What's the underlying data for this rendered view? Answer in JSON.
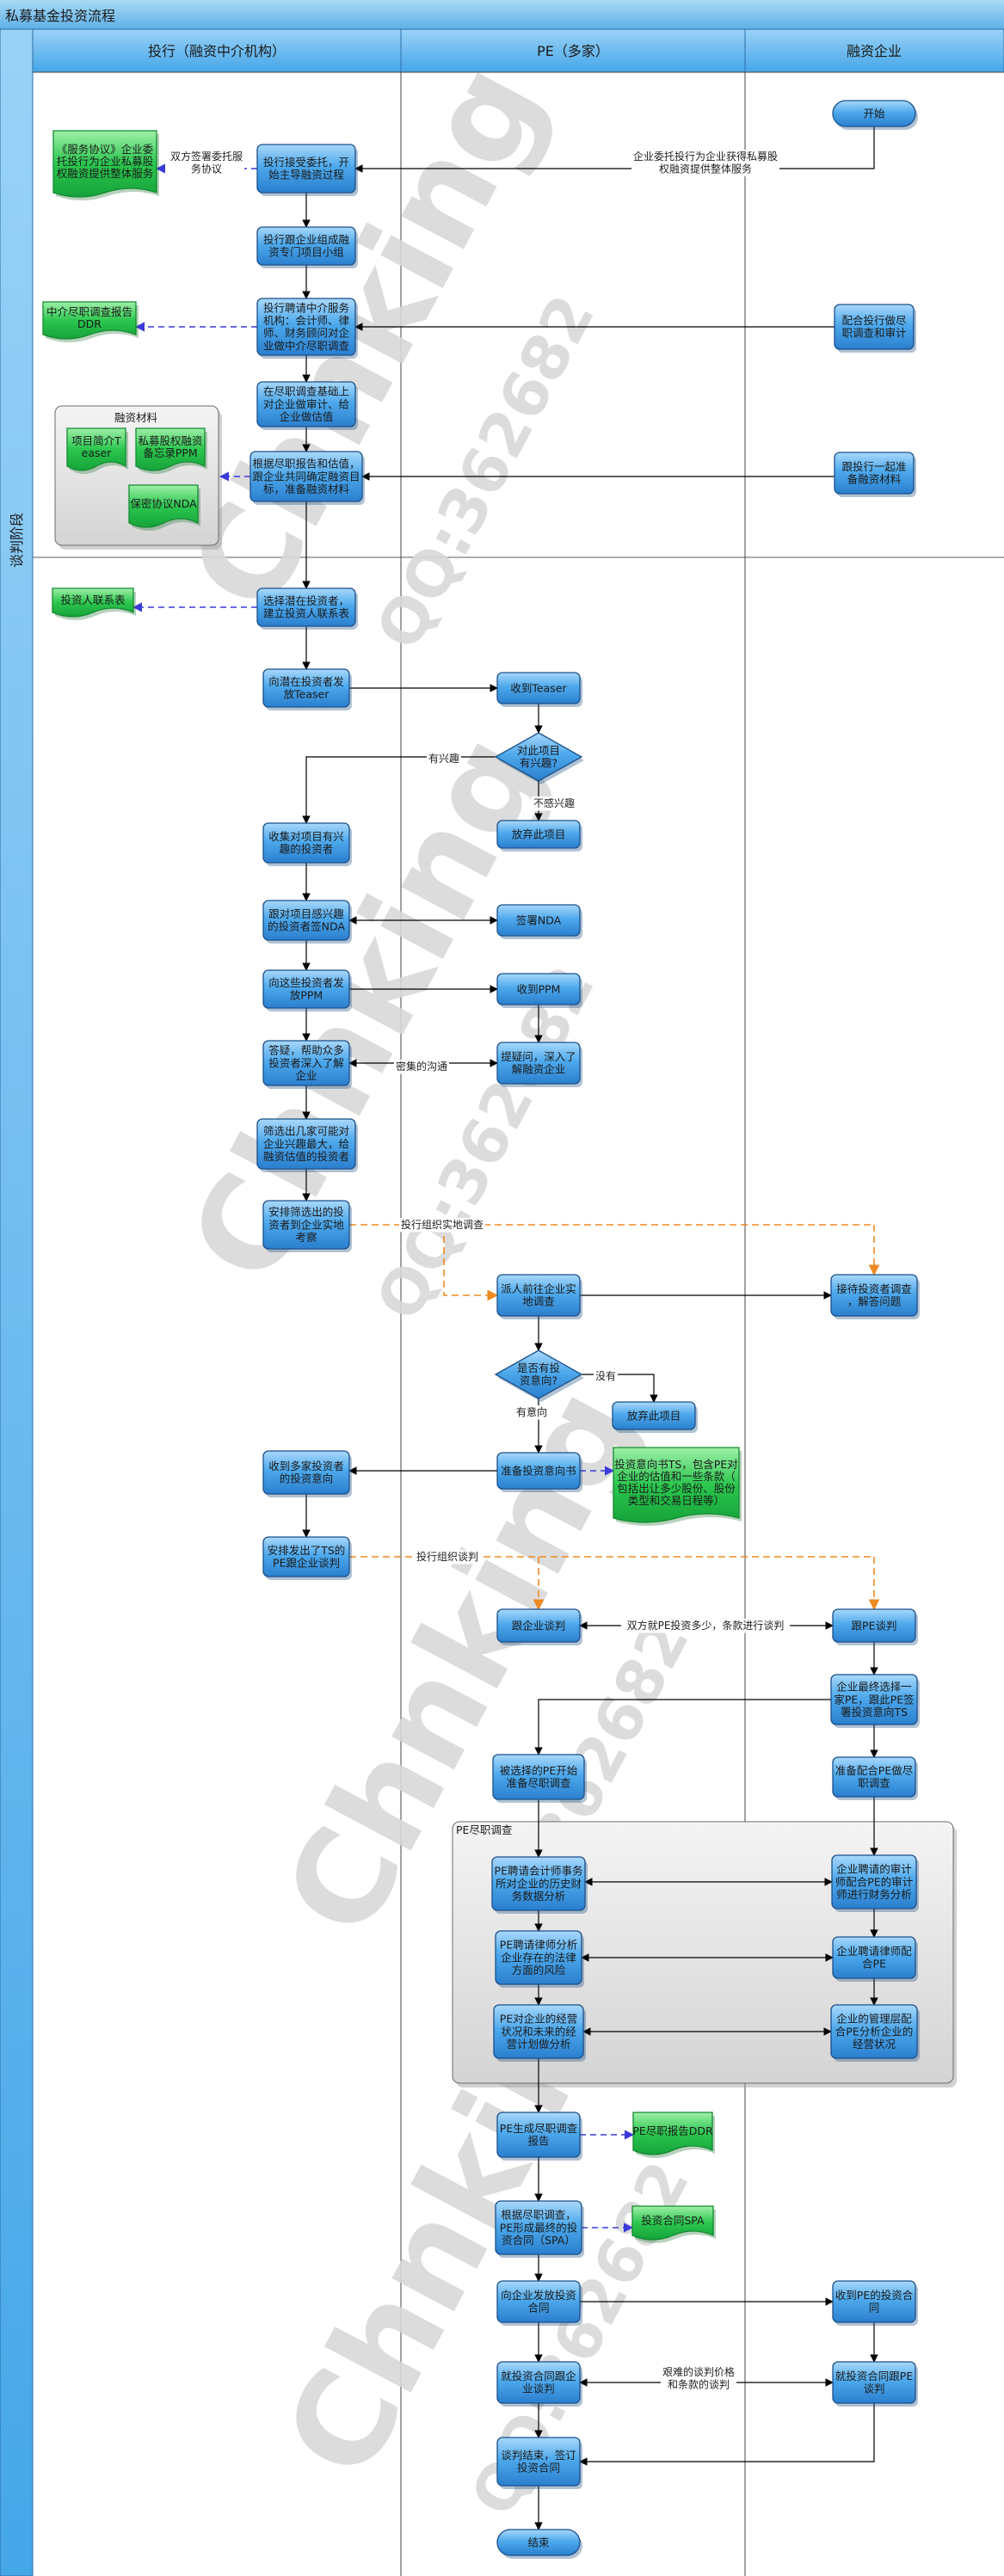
{
  "title": "私募基金投资流程",
  "phase_label": "谈判阶段",
  "lanes": [
    "投行（融资中介机构）",
    "PE（多家）",
    "融资企业"
  ],
  "watermark": {
    "brand": "Chnking",
    "qq": "QQ:362682"
  },
  "nodes": {
    "start": "开始",
    "ib_accept": "投行接受委托，开始主导融资过程",
    "doc_service_agreement": "《服务协议》企业委托投行为企业私募股权融资提供整体服务",
    "ib_form_team": "投行跟企业组成融资专门项目小组",
    "ib_hire": "投行聘请中介服务机构：会计师、律师、财务顾问对企业做中介尽职调查",
    "doc_ddr": "中介尽职调查报告DDR",
    "co_cooperate_dd": "配合投行做尽职调查和审计",
    "ib_review": "在尽职调查基础上对企业做审计、给企业做估值",
    "ib_prepare": "根据尽职报告和估值，跟企业共同确定融资目标，准备融资材料",
    "group_materials": "融资材料",
    "doc_teaser": "项目简介Teaser",
    "doc_ppm": "私募股权融资备忘录PPM",
    "doc_nda": "保密协议NDA",
    "co_prepare_materials": "跟投行一起准备融资材料",
    "ib_select": "选择潜在投资者，建立投资人联系表",
    "doc_investor_list": "投资人联系表",
    "ib_send_teaser": "向潜在投资者发放Teaser",
    "pe_receive_teaser": "收到Teaser",
    "pe_interested": "对此项目有兴趣?",
    "pe_abandon_1": "放弃此项目",
    "ib_collect": "收集对项目有兴趣的投资者",
    "ib_sign_nda": "跟对项目感兴趣的投资者签NDA",
    "pe_sign_nda": "签署NDA",
    "ib_send_ppm": "向这些投资者发放PPM",
    "pe_receive_ppm": "收到PPM",
    "ib_answer": "答疑，帮助众多投资者深入了解企业",
    "pe_question": "提疑问，深入了解融资企业",
    "ib_screen": "筛选出几家可能对企业兴趣最大，给融资估值的投资者",
    "ib_arrange_visit": "安排筛选出的投资者到企业实地考察",
    "pe_visit": "派人前往企业实地调查",
    "co_receive": "接待投资者调查，解答问题",
    "pe_intent": "是否有投资意向?",
    "pe_abandon_2": "放弃此项目",
    "pe_prepare_ts": "准备投资意向书",
    "doc_ts": "投资意向书TS，包含PE对企业的估值和一些条款（包括出让多少股份、股份类型和交易日程等）",
    "ib_receive_ts": "收到多家投资者的投资意向",
    "ib_arrange_ts": "安排发出了TS的PE跟企业谈判",
    "pe_negotiate": "跟企业谈判",
    "co_negotiate": "跟PE谈判",
    "co_select_pe": "企业最终选择一家PE，跟此PE签署投资意向TS",
    "pe_prepare_dd": "被选择的PE开始准备尽职调查",
    "co_cooperate_pe_dd": "准备配合PE做尽职调查",
    "group_pe_dd": "PE尽职调查",
    "pe_hire_accountant": "PE聘请会计师事务所对企业的历史财务数据分析",
    "co_accountant": "企业聘请的审计师配合PE的审计师进行财务分析",
    "pe_hire_lawyer": "PE聘请律师分析企业存在的法律方面的风险",
    "co_lawyer": "企业聘请律师配合PE",
    "pe_analyze_ops": "PE对企业的经营状况和未来的经营计划做分析",
    "co_management": "企业的管理层配合PE分析企业的经营状况",
    "pe_ddr": "PE生成尽职调查报告",
    "doc_pe_ddr": "PE尽职报告DDR",
    "pe_spa": "根据尽职调查，PE形成最终的投资合同（SPA）",
    "doc_spa": "投资合同SPA",
    "pe_send_spa": "向企业发放投资合同",
    "co_receive_spa": "收到PE的投资合同",
    "pe_negotiate_spa": "就投资合同跟企业谈判",
    "co_negotiate_spa": "就投资合同跟PE谈判",
    "pe_sign": "谈判结束，签订投资合同",
    "end": "结束"
  },
  "edges": {
    "start_to_ib": "企业委托投行为企业获得私募股权融资提供整体服务",
    "ib_to_doc": "双方签署委托服务协议",
    "interested_yes": "有兴趣",
    "interested_no": "不感兴趣",
    "dense_comm": "密集的沟通",
    "ib_org_visit": "投行组织实地调查",
    "intent_no": "没有",
    "intent_yes": "有意向",
    "ib_org_negotiation": "投行组织谈判",
    "pe_co_terms": "双方就PE投资多少，条款进行谈判",
    "spa_terms": "艰难的谈判价格和条款的谈判"
  },
  "colors": {
    "process_fill": "#4ea9ec",
    "process_stroke": "#1b4f8a",
    "doc_fill": "#2bc64e",
    "lane_header": "#5cb3ee",
    "title_bar": "#6ab8e9",
    "flow_arrow": "#000000",
    "dashed_blue": "#3a3ad8",
    "dashed_orange": "#ef8a22"
  }
}
